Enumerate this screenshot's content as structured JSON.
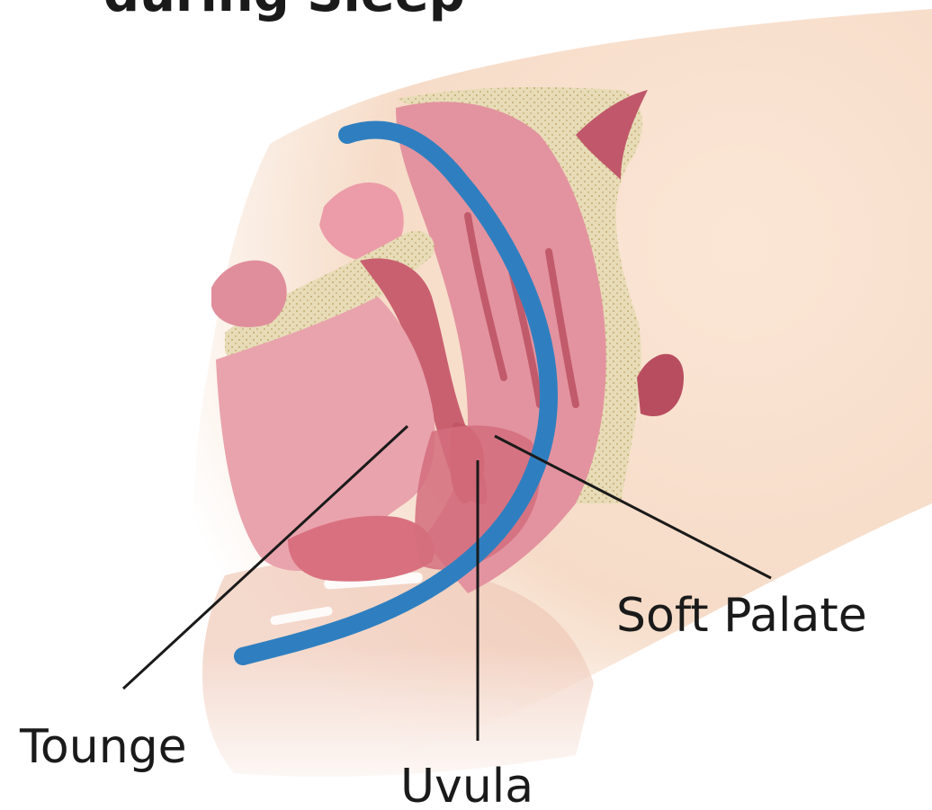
{
  "title": "during Sleep",
  "labels": {
    "tongue": "Tounge",
    "uvula": "Uvula",
    "soft_palate": "Soft Palate"
  },
  "colors": {
    "skin": "#f6dcc8",
    "flesh": "#e59aa3",
    "flesh_dark": "#c95f6d",
    "bone": "#e4d6b0",
    "airway": "#2f7fc0"
  }
}
